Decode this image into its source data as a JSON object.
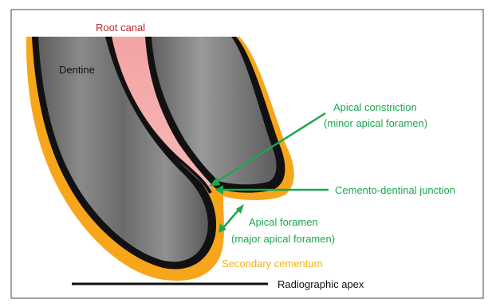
{
  "labels": {
    "root_canal": "Root canal",
    "dentine": "Dentine",
    "apical_constriction_line1": "Apical constriction",
    "apical_constriction_line2": "(minor apical foramen)",
    "cdj": "Cemento-dentinal junction",
    "apical_foramen_line1": "Apical foramen",
    "apical_foramen_line2": "(major apical foramen)",
    "secondary_cementum": "Secondary cementum",
    "radiographic_apex": "Radiographic apex"
  },
  "colors": {
    "root_canal_text": "#c0282a",
    "annotation_green": "#1aa84f",
    "cementum_text": "#f2b218",
    "cementum_fill": "#f7a61b",
    "dentine_fill": "#6f6f6f",
    "canal_fill": "#f2a0a0",
    "outline": "#111111",
    "frame_border": "#444444"
  }
}
